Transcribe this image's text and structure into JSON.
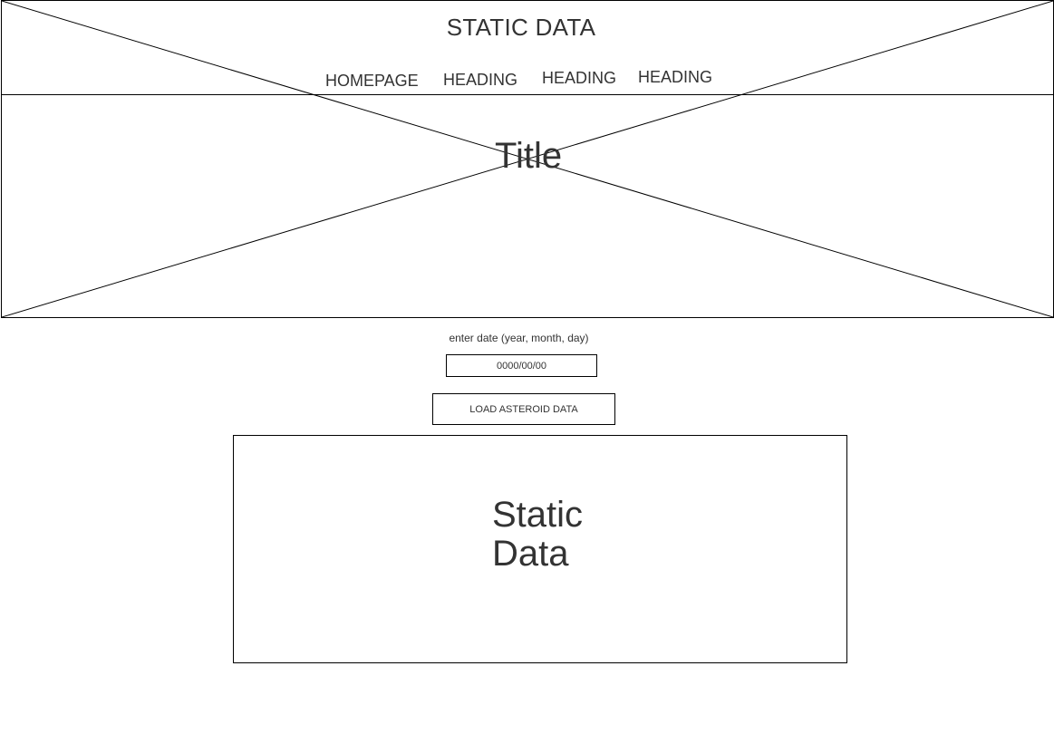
{
  "header": {
    "site_title": "STATIC DATA",
    "nav": [
      "HOMEPAGE",
      "HEADING",
      "HEADING",
      "HEADING"
    ]
  },
  "hero": {
    "title": "Title"
  },
  "form": {
    "date_label": "enter date (year, month, day)",
    "date_value": "0000/00/00",
    "load_button_label": "LOAD ASTEROID DATA"
  },
  "panel": {
    "text": "Static Data"
  }
}
